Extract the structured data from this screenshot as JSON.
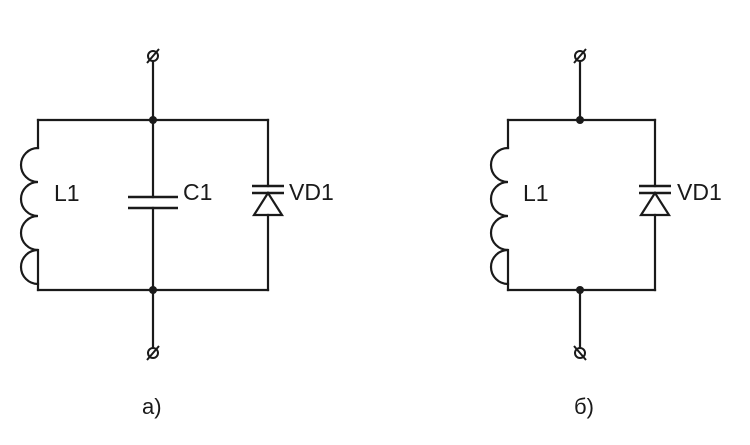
{
  "circuit_a": {
    "caption": "а)",
    "inductor_label": "L1",
    "capacitor_label": "C1",
    "diode_label": "VD1"
  },
  "circuit_b": {
    "caption": "б)",
    "inductor_label": "L1",
    "diode_label": "VD1"
  },
  "colors": {
    "line": "#1a1a1a",
    "background": "#ffffff"
  }
}
